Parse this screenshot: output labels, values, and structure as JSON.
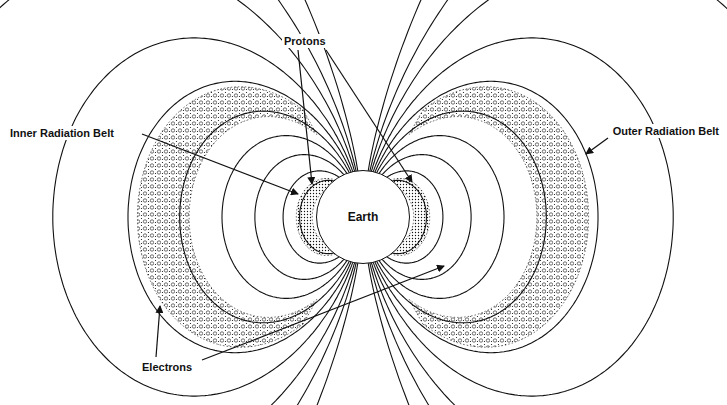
{
  "diagram": {
    "nodes": [
      {
        "text": [
          "Earth"
        ]
      }
    ],
    "labels": [
      "Protons",
      "Inner Radiation Belt",
      "Outer Radiation Belt",
      "Electrons"
    ]
  }
}
